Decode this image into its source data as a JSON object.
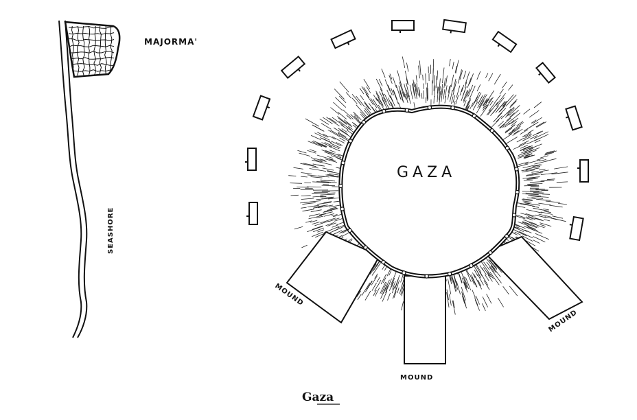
{
  "map": {
    "labels": {
      "majorma": "MAJORMA'",
      "seashore": "SEASHORE",
      "city": "GAZA",
      "mound_left": "MOUND",
      "mound_bottom": "MOUND",
      "mound_right": "MOUND"
    },
    "caption": "Gaza",
    "colors": {
      "ink": "#111111",
      "paper": "#ffffff"
    }
  }
}
